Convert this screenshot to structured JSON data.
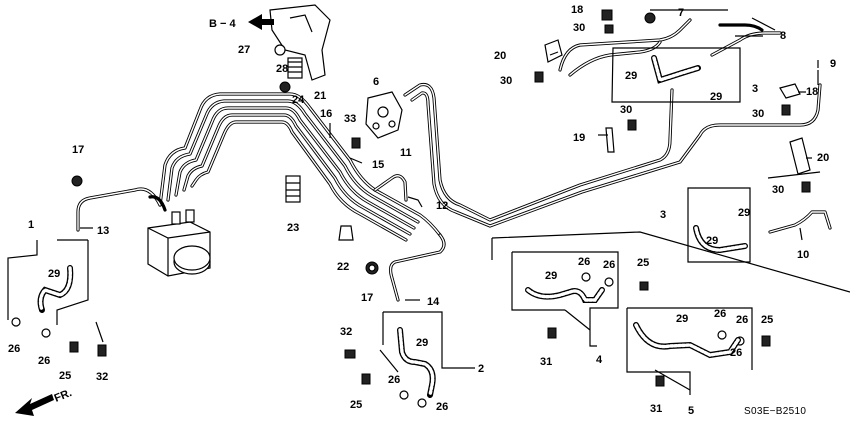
{
  "diagram": {
    "reference_code": "S03E−B2510",
    "direction_label": "FR.",
    "cross_ref_label": "B − 4",
    "callouts": [
      {
        "id": "c1",
        "text": "1"
      },
      {
        "id": "c2",
        "text": "2"
      },
      {
        "id": "c3a",
        "text": "3"
      },
      {
        "id": "c3b",
        "text": "3"
      },
      {
        "id": "c4",
        "text": "4"
      },
      {
        "id": "c5",
        "text": "5"
      },
      {
        "id": "c6",
        "text": "6"
      },
      {
        "id": "c7",
        "text": "7"
      },
      {
        "id": "c8",
        "text": "8"
      },
      {
        "id": "c9",
        "text": "9"
      },
      {
        "id": "c10",
        "text": "10"
      },
      {
        "id": "c11",
        "text": "11"
      },
      {
        "id": "c12",
        "text": "12"
      },
      {
        "id": "c13",
        "text": "13"
      },
      {
        "id": "c14",
        "text": "14"
      },
      {
        "id": "c15",
        "text": "15"
      },
      {
        "id": "c16",
        "text": "16"
      },
      {
        "id": "c17a",
        "text": "17"
      },
      {
        "id": "c17b",
        "text": "17"
      },
      {
        "id": "c18a",
        "text": "18"
      },
      {
        "id": "c18b",
        "text": "18"
      },
      {
        "id": "c19",
        "text": "19"
      },
      {
        "id": "c20a",
        "text": "20"
      },
      {
        "id": "c20b",
        "text": "20"
      },
      {
        "id": "c21",
        "text": "21"
      },
      {
        "id": "c22",
        "text": "22"
      },
      {
        "id": "c23",
        "text": "23"
      },
      {
        "id": "c24",
        "text": "24"
      },
      {
        "id": "c25a",
        "text": "25"
      },
      {
        "id": "c25b",
        "text": "25"
      },
      {
        "id": "c25c",
        "text": "25"
      },
      {
        "id": "c25d",
        "text": "25"
      },
      {
        "id": "c26a",
        "text": "26"
      },
      {
        "id": "c26b",
        "text": "26"
      },
      {
        "id": "c26c",
        "text": "26"
      },
      {
        "id": "c26d",
        "text": "26"
      },
      {
        "id": "c26e",
        "text": "26"
      },
      {
        "id": "c26f",
        "text": "26"
      },
      {
        "id": "c26g",
        "text": "26"
      },
      {
        "id": "c26h",
        "text": "26"
      },
      {
        "id": "c26i",
        "text": "26"
      },
      {
        "id": "c27",
        "text": "27"
      },
      {
        "id": "c28",
        "text": "28"
      },
      {
        "id": "c29a",
        "text": "29"
      },
      {
        "id": "c29b",
        "text": "29"
      },
      {
        "id": "c29c",
        "text": "29"
      },
      {
        "id": "c29d",
        "text": "29"
      },
      {
        "id": "c29e",
        "text": "29"
      },
      {
        "id": "c29f",
        "text": "29"
      },
      {
        "id": "c29g",
        "text": "29"
      },
      {
        "id": "c29h",
        "text": "29"
      },
      {
        "id": "c30a",
        "text": "30"
      },
      {
        "id": "c30b",
        "text": "30"
      },
      {
        "id": "c30c",
        "text": "30"
      },
      {
        "id": "c30d",
        "text": "30"
      },
      {
        "id": "c30e",
        "text": "30"
      },
      {
        "id": "c31a",
        "text": "31"
      },
      {
        "id": "c31b",
        "text": "31"
      },
      {
        "id": "c32a",
        "text": "32"
      },
      {
        "id": "c32b",
        "text": "32"
      },
      {
        "id": "c33",
        "text": "33"
      }
    ]
  }
}
